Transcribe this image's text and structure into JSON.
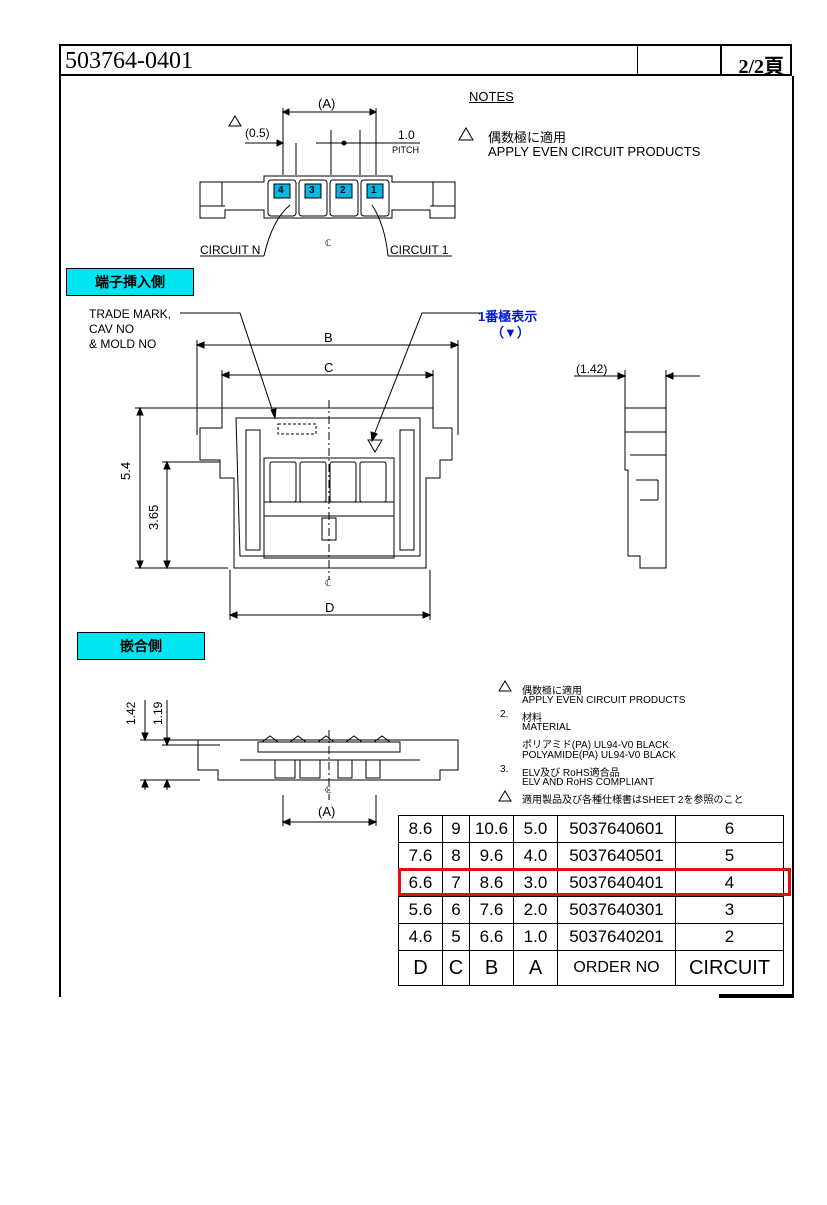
{
  "header": {
    "part_number": "503764-0401",
    "page": "2/2頁"
  },
  "notes_title": "NOTES",
  "note_jp": "偶数極に適用",
  "note_en": "APPLY EVEN CIRCUIT PRODUCTS",
  "top_view": {
    "dim_a": "(A)",
    "dim_half": "(0.5)",
    "pitch_value": "1.0",
    "pitch_label": "PITCH",
    "cells": [
      "4",
      "3",
      "2",
      "1"
    ],
    "circuit_n": "CIRCUIT N",
    "circuit_1": "CIRCUIT 1",
    "centerline": "ℂ"
  },
  "section_insert": "端子挿入側",
  "section_mating": "嵌合側",
  "front_view": {
    "trademark_lines": [
      "TRADE MARK,",
      "CAV NO",
      "& MOLD NO"
    ],
    "pin1_jp": "1番極表示",
    "pin1_sym": "（▼）",
    "dim_b": "B",
    "dim_c": "C",
    "dim_d": "D",
    "dim_54": "5.4",
    "dim_365": "3.65",
    "centerline": "ℂ"
  },
  "side_view": {
    "dim": "(1.42)"
  },
  "bottom_view": {
    "dim_142": "1.42",
    "dim_119": "1.19",
    "dim_a": "(A)",
    "centerline": "ℂ"
  },
  "notes_list": [
    {
      "num": "",
      "lines": [
        "偶数極に適用",
        "APPLY EVEN CIRCUIT PRODUCTS"
      ]
    },
    {
      "num": "2.",
      "lines": [
        "材料",
        "MATERIAL",
        "ポリアミド(PA)   UL94-V0 BLACK",
        "POLYAMIDE(PA)  UL94-V0 BLACK"
      ]
    },
    {
      "num": "3.",
      "lines": [
        "ELV及び RoHS適合品",
        "ELV AND RoHS COMPLIANT"
      ]
    },
    {
      "num": "",
      "lines": [
        "適用製品及び各種仕様書はSHEET 2を参照のこと"
      ]
    }
  ],
  "table": {
    "rows": [
      [
        "8.6",
        "9",
        "10.6",
        "5.0",
        "5037640601",
        "6"
      ],
      [
        "7.6",
        "8",
        "9.6",
        "4.0",
        "5037640501",
        "5"
      ],
      [
        "6.6",
        "7",
        "8.6",
        "3.0",
        "5037640401",
        "4"
      ],
      [
        "5.6",
        "6",
        "7.6",
        "2.0",
        "5037640301",
        "3"
      ],
      [
        "4.6",
        "5",
        "6.6",
        "1.0",
        "5037640201",
        "2"
      ]
    ],
    "headers": [
      "D",
      "C",
      "B",
      "A",
      "ORDER NO",
      "CIRCUIT"
    ],
    "highlight_row": 2,
    "highlight_color": "#e01010"
  }
}
